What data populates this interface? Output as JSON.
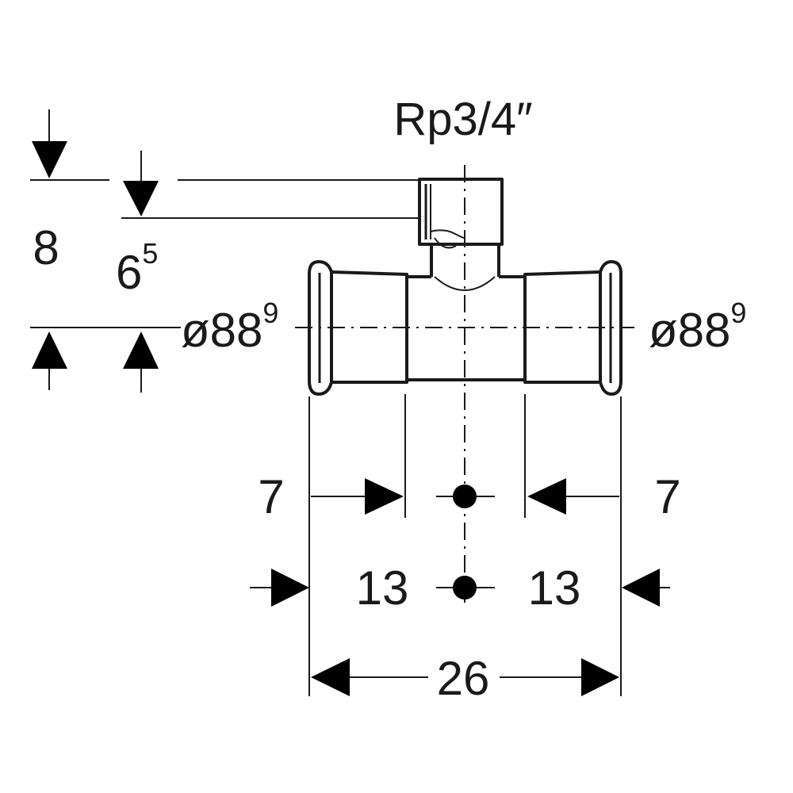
{
  "diagram": {
    "connection_label": "Rp3/4″",
    "height_total": "8",
    "height_socket_base": "6",
    "height_socket_sup": "5",
    "diameter_left_base": "ø88",
    "diameter_left_sup": "9",
    "diameter_right_base": "ø88",
    "diameter_right_sup": "9",
    "insertion_left": "7",
    "insertion_right": "7",
    "half_length_left": "13",
    "half_length_right": "13",
    "total_length": "26"
  }
}
